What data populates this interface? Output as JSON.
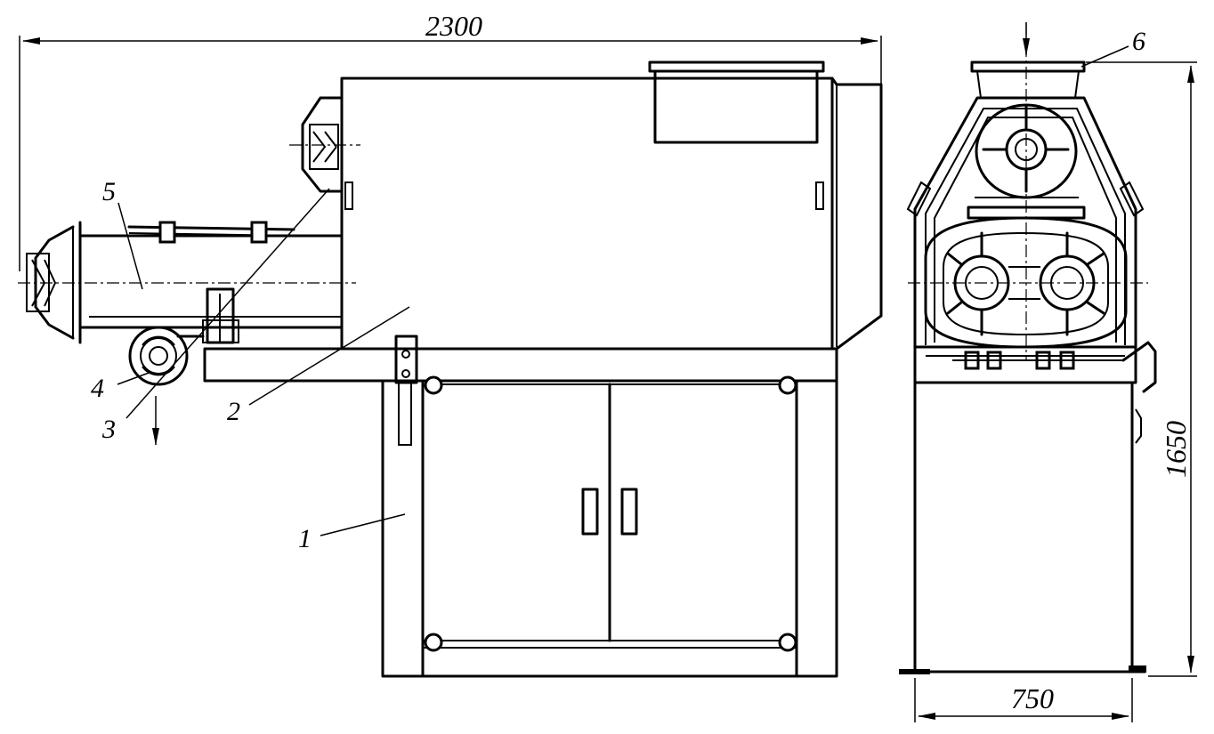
{
  "dimensions": {
    "overall_length": "2300",
    "height": "1650",
    "width": "750"
  },
  "callouts": [
    {
      "id": "1",
      "text": "1"
    },
    {
      "id": "2",
      "text": "2"
    },
    {
      "id": "3",
      "text": "3"
    },
    {
      "id": "4",
      "text": "4"
    },
    {
      "id": "5",
      "text": "5"
    },
    {
      "id": "6",
      "text": "6"
    }
  ],
  "colors": {
    "ink": "#000000",
    "paper": "#ffffff"
  }
}
